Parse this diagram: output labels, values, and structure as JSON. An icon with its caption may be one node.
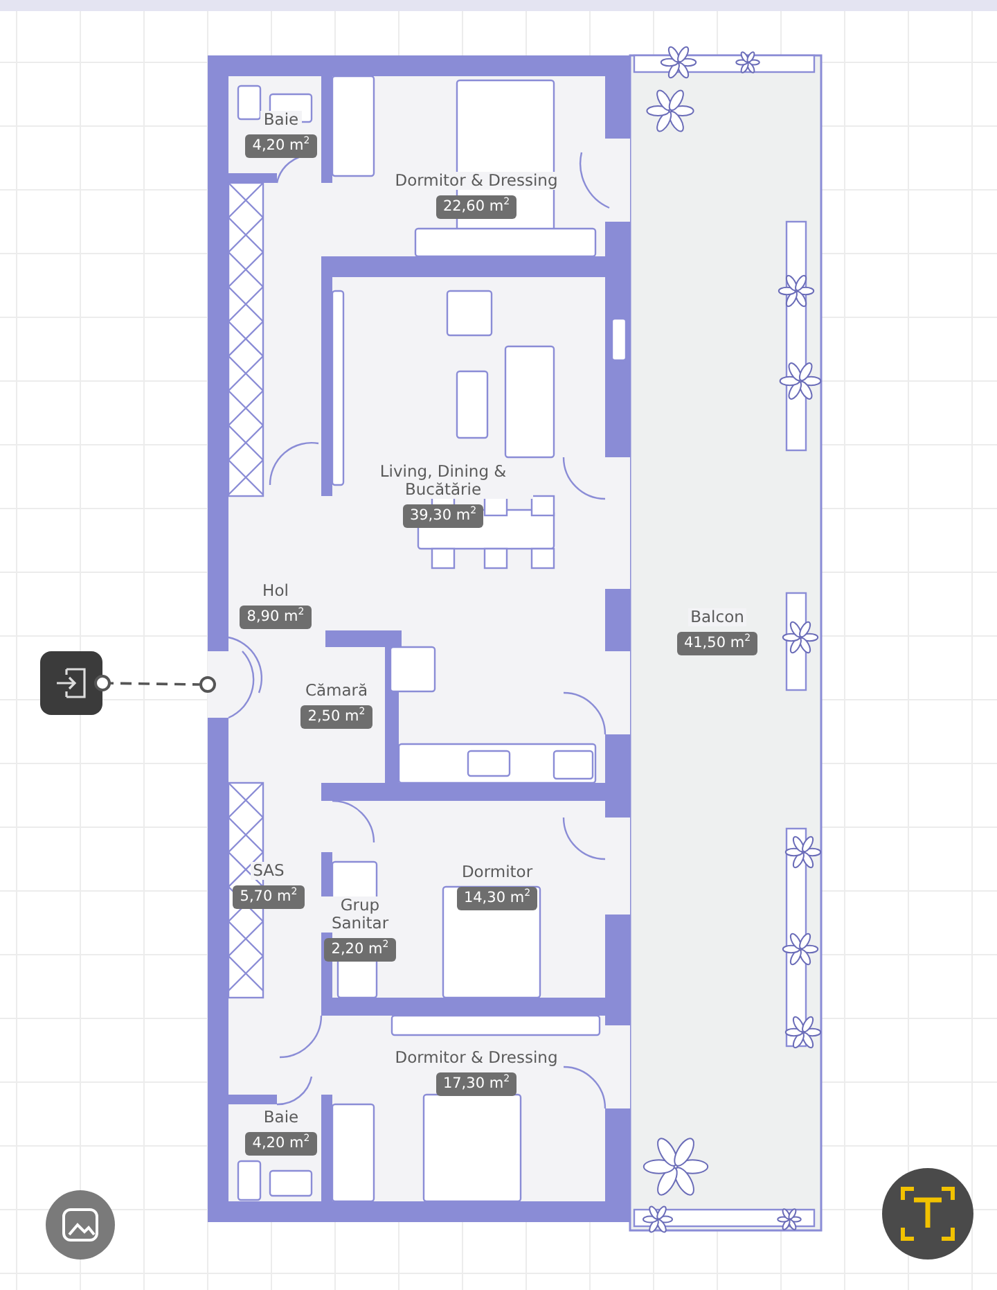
{
  "diagram": {
    "nodes": [
      {
        "text": [
          "Baie",
          "4,20 m$^{2}$"
        ]
      },
      {
        "text": [
          "Dormitor & Dressing",
          "22,60 m$^{2}$"
        ]
      },
      {
        "text": [
          "Living, Dining & Bucătărie",
          "39,30 m$^{2}$"
        ]
      },
      {
        "text": [
          "Hol",
          "8,90 m$^{2}$"
        ]
      },
      {
        "text": [
          "Cămară",
          "2,50 m$^{2}$"
        ]
      },
      {
        "text": [
          "Balcon",
          "41,50 m$^{2}$"
        ]
      },
      {
        "text": [
          "SAS",
          "5,70 m$^{2}$"
        ]
      },
      {
        "text": [
          "Grup Sanitar",
          "2,20 m$^{2}$"
        ]
      },
      {
        "text": [
          "Dormitor",
          "14,30 m$^{2}$"
        ]
      },
      {
        "text": [
          "Dormitor & Dressing",
          "17,30 m$^{2}$"
        ]
      },
      {
        "text": [
          "Baie",
          "4,20 m$^{2}$"
        ]
      },
      {
        "text": [],
        "shape": "box"
      },
      {
        "text": [],
        "shape": "circle"
      }
    ],
    "edges": [
      {
        "from": 11,
        "to": 12,
        "arrow": "other",
        "style": "dashed"
      }
    ]
  }
}
